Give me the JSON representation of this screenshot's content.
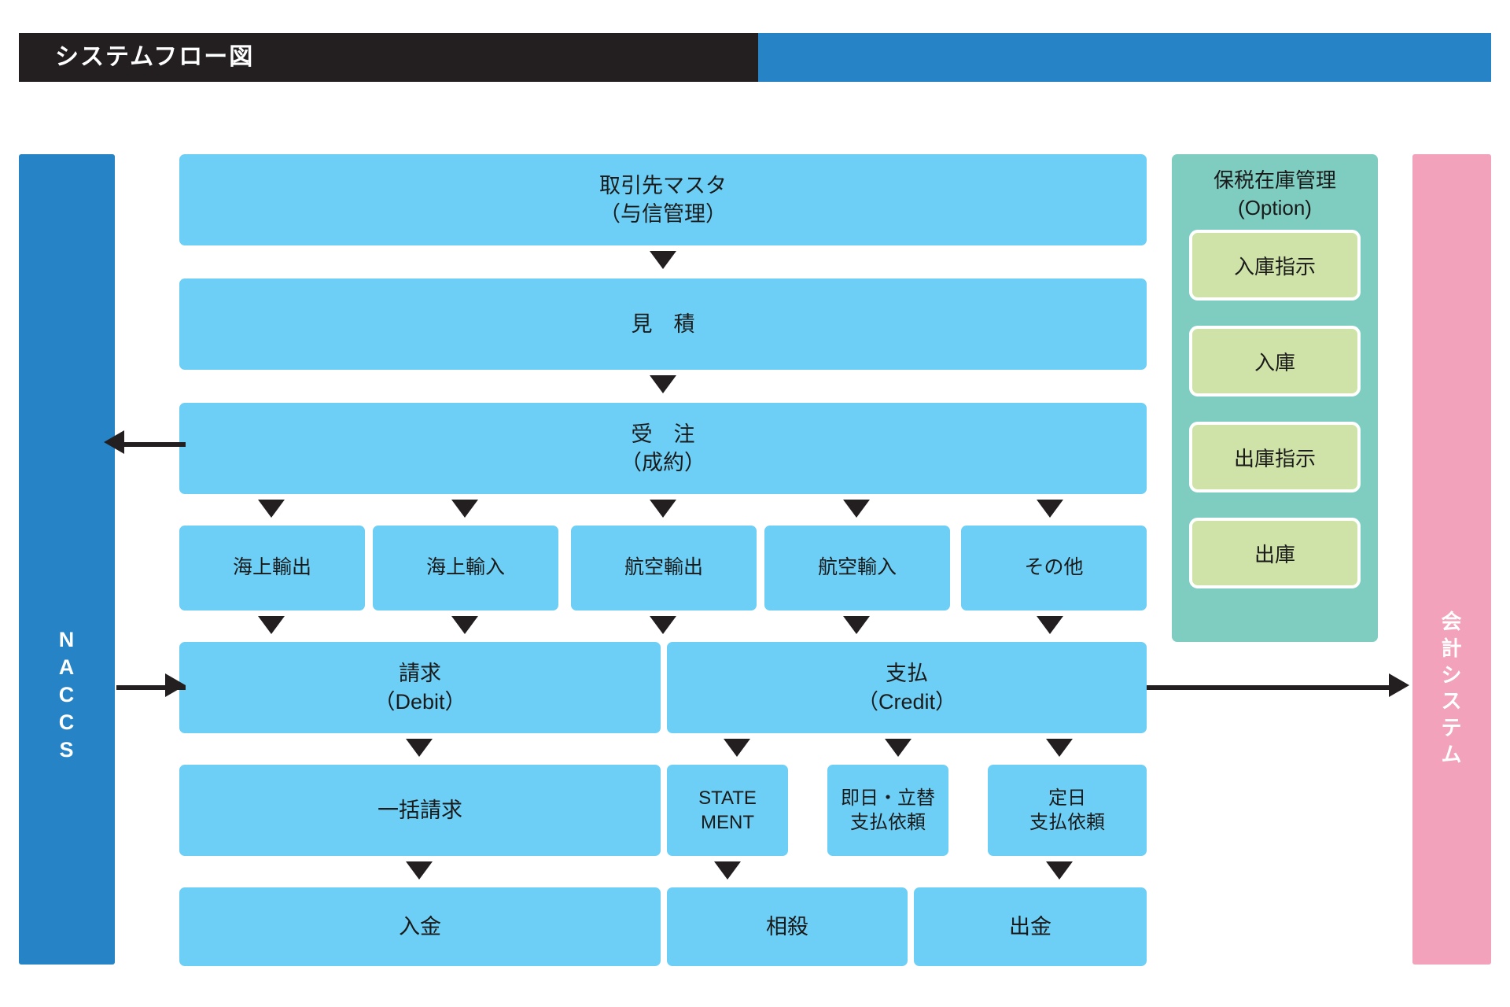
{
  "header": {
    "title": "システムフロー図",
    "dark_color": "#231f20",
    "blue_color": "#2684c6"
  },
  "colors": {
    "flow_box": "#6dcff6",
    "naccs_rail": "#2684c6",
    "accounting_rail": "#f2a2ba",
    "option_panel": "#7fcdc0",
    "option_box": "#cfe3a8",
    "arrow": "#231f20"
  },
  "rails": {
    "left": {
      "label": "N\nA\nC\nC\nS"
    },
    "right": {
      "label": "会\n計\nシ\nス\nテ\nム"
    }
  },
  "flow": {
    "master": "取引先マスタ\n（与信管理）",
    "estimate": "見　積",
    "order": "受　注\n（成約）",
    "categories": [
      "海上輸出",
      "海上輸入",
      "航空輸出",
      "航空輸入",
      "その他"
    ],
    "debit": "請求\n（Debit）",
    "credit": "支払\n（Credit）",
    "bulk_invoice": "一括請求",
    "statement": "STATE\nMENT",
    "same_day_request": "即日・立替\n支払依頼",
    "fixed_day_request": "定日\n支払依頼",
    "receipt": "入金",
    "offset": "相殺",
    "payment_out": "出金"
  },
  "option_panel": {
    "title": "保税在庫管理\n(Option)",
    "items": [
      "入庫指示",
      "入庫",
      "出庫指示",
      "出庫"
    ]
  }
}
